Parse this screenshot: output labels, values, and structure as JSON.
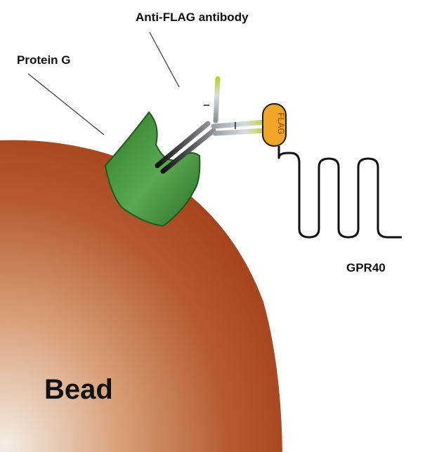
{
  "diagram": {
    "labels": {
      "antibody": "Anti-FLAG antibody",
      "protein_g": "Protein G",
      "flag_tag": "FLAG",
      "receptor": "GPR40",
      "bead": "Bead"
    },
    "colors": {
      "bead_dark": "#a8401a",
      "bead_light": "#f4ece4",
      "protein_g": "#3a8a34",
      "protein_g_dark": "#1f5a1b",
      "antibody_heavy": "#2a2a2a",
      "antibody_light": "#c8d2d8",
      "antigen_site": "#b7d52a",
      "flag_fill": "#f0a526",
      "receptor_line": "#111111"
    }
  }
}
